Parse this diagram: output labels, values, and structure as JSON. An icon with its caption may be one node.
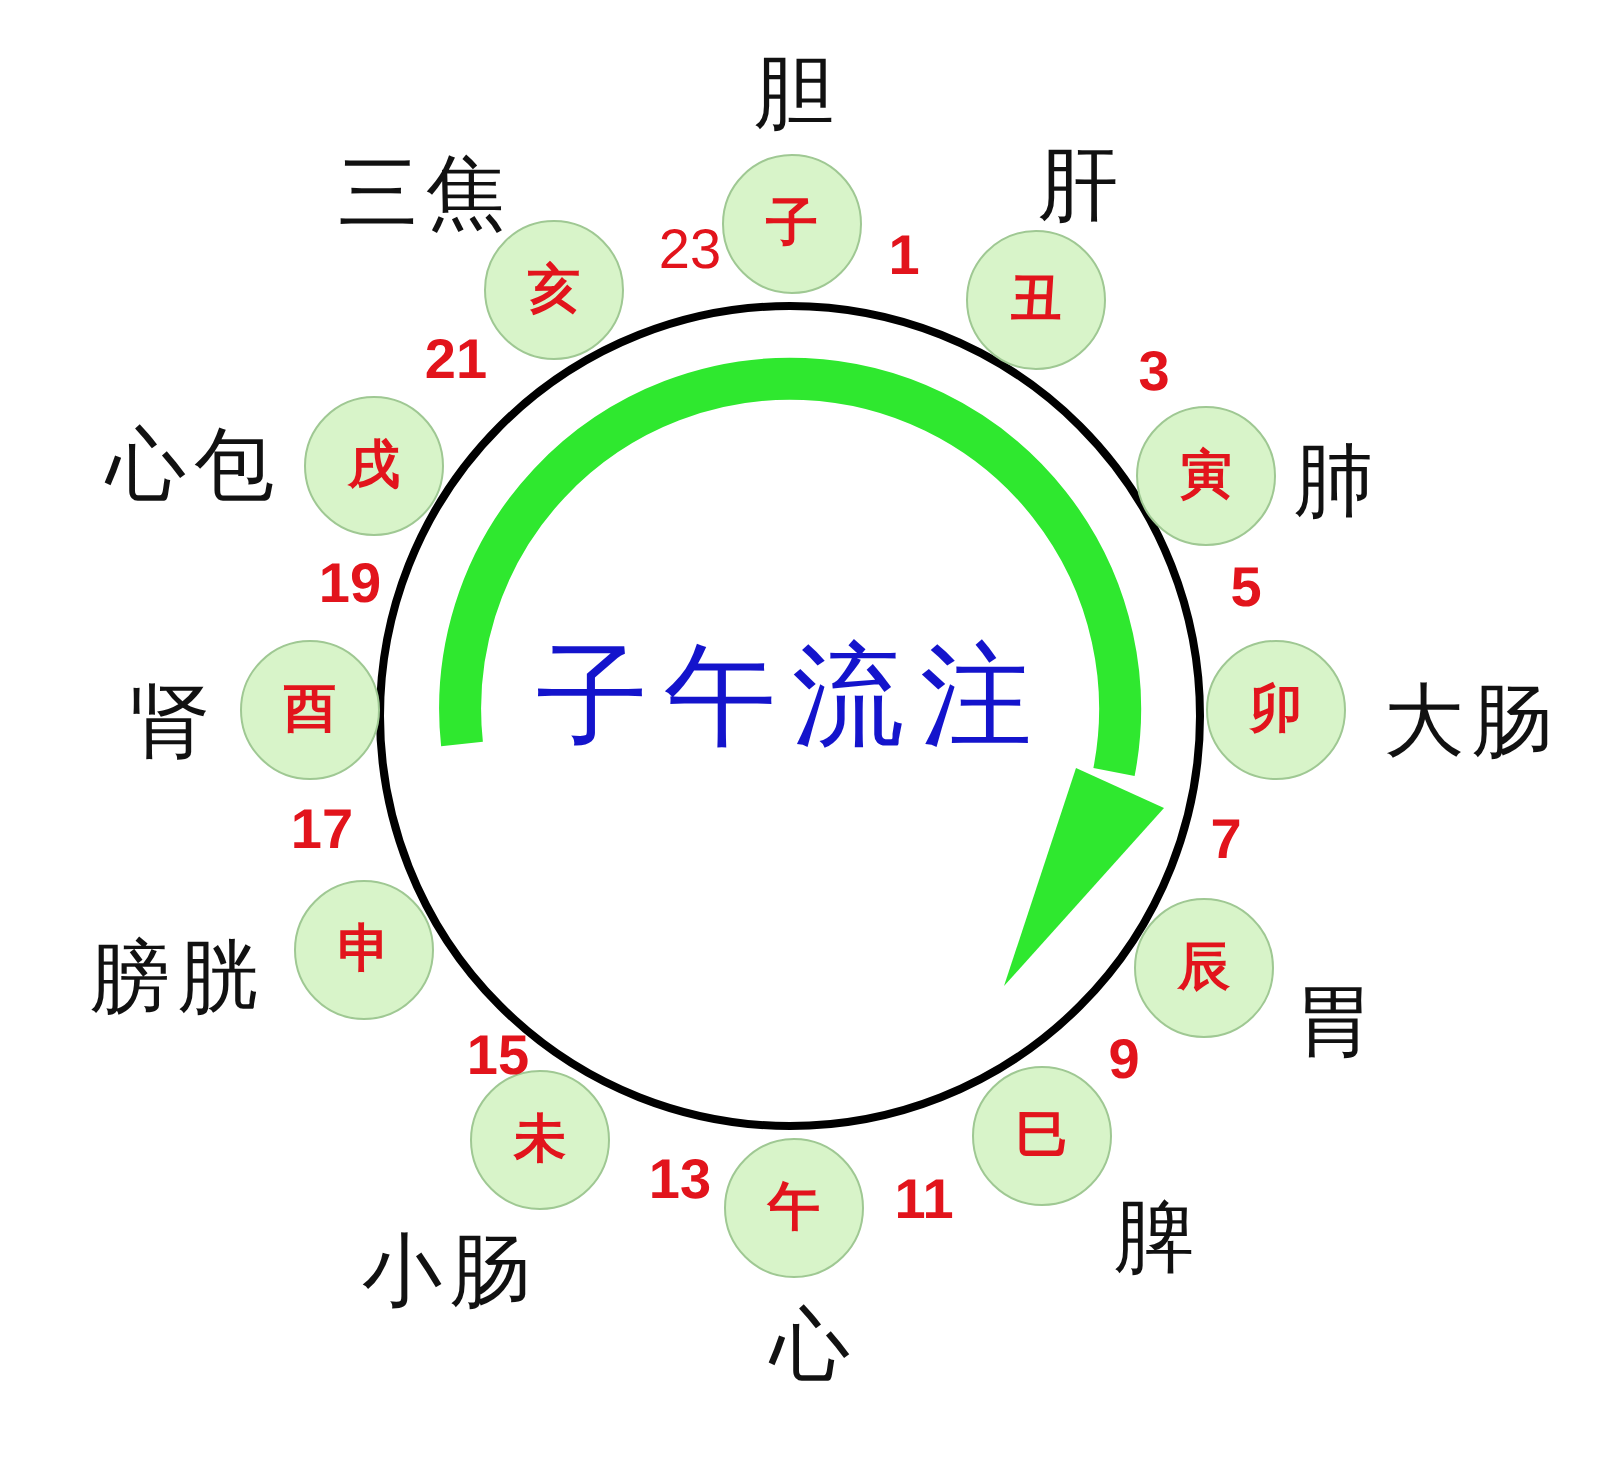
{
  "diagram": {
    "nodes": [
      {
        "text": [
          "子午流注"
        ]
      },
      {
        "text": [
          "子"
        ],
        "beside": [
          "胆"
        ]
      },
      {
        "text": [
          "丑"
        ],
        "beside": [
          "肝"
        ]
      },
      {
        "text": [
          "寅"
        ],
        "beside": [
          "肺"
        ]
      },
      {
        "text": [
          "卯"
        ],
        "beside": [
          "大肠"
        ]
      },
      {
        "text": [
          "辰"
        ],
        "beside": [
          "胃"
        ]
      },
      {
        "text": [
          "巳"
        ],
        "beside": [
          "脾"
        ]
      },
      {
        "text": [
          "午"
        ],
        "beside": [
          "心"
        ]
      },
      {
        "text": [
          "未"
        ],
        "beside": [
          "小肠"
        ]
      },
      {
        "text": [
          "申"
        ],
        "beside": [
          "膀胱"
        ]
      },
      {
        "text": [
          "酉"
        ],
        "beside": [
          "肾"
        ]
      },
      {
        "text": [
          "戌"
        ],
        "beside": [
          "心包"
        ]
      },
      {
        "text": [
          "亥"
        ],
        "beside": [
          "三焦"
        ]
      }
    ],
    "labels": [
      "23",
      "1",
      "3",
      "5",
      "7",
      "9",
      "11",
      "13",
      "15",
      "17",
      "19",
      "21"
    ]
  }
}
